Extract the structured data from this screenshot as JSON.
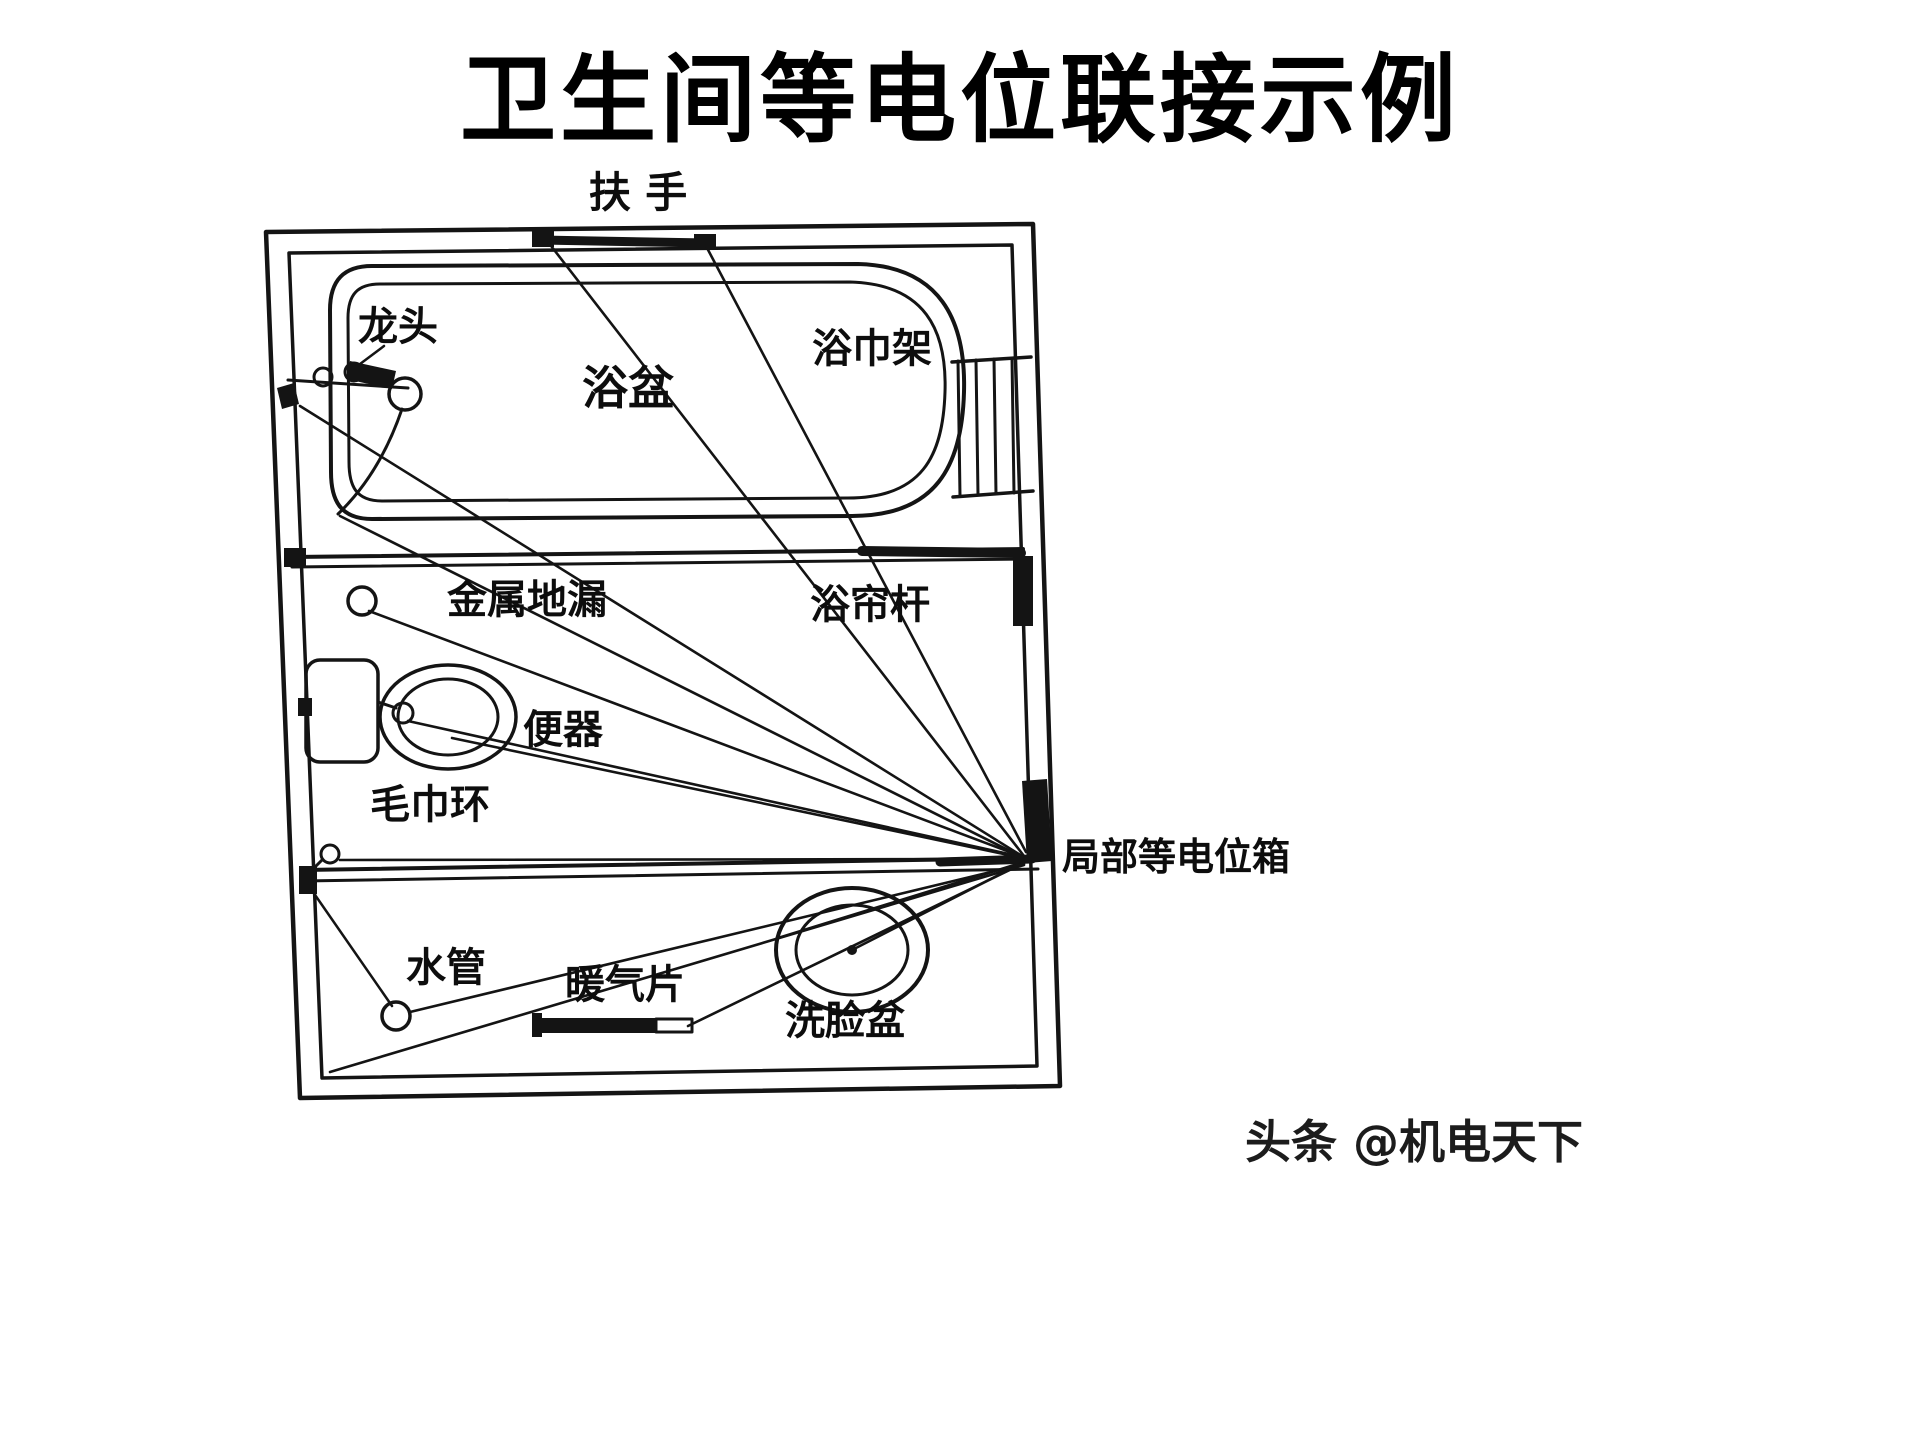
{
  "page": {
    "title": "卫生间等电位联接示例",
    "watermark": "头条 @机电天下"
  },
  "colors": {
    "ink": "#141414",
    "background": "#ffffff"
  },
  "diagram": {
    "labels": {
      "handrail": "扶 手",
      "faucet": "龙头",
      "bathtub": "浴盆",
      "towel_rack": "浴巾架",
      "metal_floor_drain": "金属地漏",
      "shower_curtain_rod": "浴帘杆",
      "toilet": "便器",
      "towel_ring": "毛巾环",
      "local_equipotential_box": "局部等电位箱",
      "water_pipe": "水管",
      "radiator": "暖气片",
      "wash_basin": "洗脸盆"
    }
  }
}
